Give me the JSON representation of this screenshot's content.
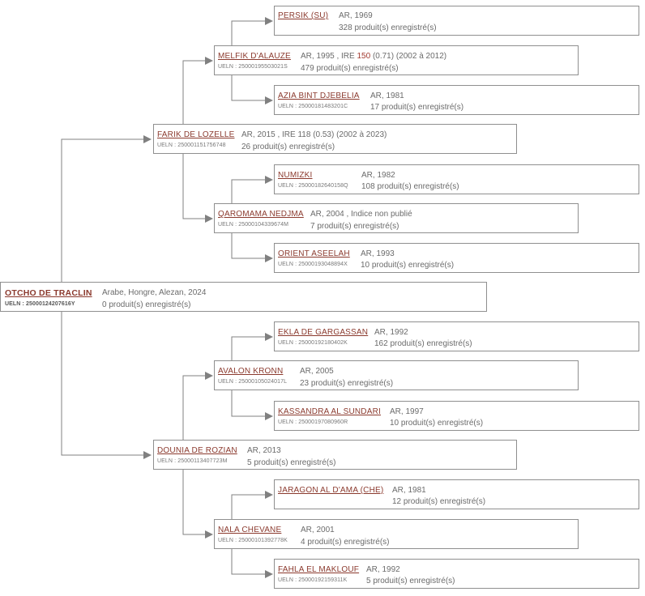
{
  "root": {
    "name": "OTCHO DE TRACLIN",
    "ueln": "UELN : 25000124207616Y",
    "info": "Arabe, Hongre, Alezan, 2024",
    "produits": "0 produit(s) enregistré(s)"
  },
  "sire": {
    "name": "FARIK DE LOZELLE",
    "ueln": "UELN : 250001151756748",
    "info": "AR, 2015 , IRE 118 (0.53) (2002 à 2023)",
    "produits": "26 produit(s) enregistré(s)"
  },
  "dam": {
    "name": "DOUNIA DE ROZIAN",
    "ueln": "UELN : 25000113407723M",
    "info": "AR, 2013",
    "produits": "5 produit(s) enregistré(s)"
  },
  "ss": {
    "name": "MELFIK D'ALAUZE",
    "ueln": "UELN : 25000195503021S",
    "info_pre": "AR, 1995 , IRE ",
    "ire_val": "150",
    "info_post": " (0.71) (2002 à 2012)",
    "produits": "479 produit(s) enregistré(s)"
  },
  "sd": {
    "name": "QAROMAMA NEDJMA",
    "ueln": "UELN : 25000104339674M",
    "info": "AR, 2004 , Indice non publié",
    "produits": "7 produit(s) enregistré(s)"
  },
  "ds": {
    "name": "AVALON KRONN",
    "ueln": "UELN : 25000105024017L",
    "info": "AR, 2005",
    "produits": "23 produit(s) enregistré(s)"
  },
  "dd": {
    "name": "NALA CHEVANE",
    "ueln": "UELN : 25000101392778K",
    "info": "AR, 2001",
    "produits": "4 produit(s) enregistré(s)"
  },
  "sss": {
    "name": "PERSIK (SU)",
    "ueln": "",
    "info": "AR, 1969",
    "produits": "328 produit(s) enregistré(s)"
  },
  "ssd": {
    "name": "AZIA BINT DJEBELIA",
    "ueln": "UELN : 25000181483201C",
    "info": "AR, 1981",
    "produits": "17 produit(s) enregistré(s)"
  },
  "sds": {
    "name": "NUMIZKI",
    "ueln": "UELN : 25000182640158Q",
    "info": "AR, 1982",
    "produits": "108 produit(s) enregistré(s)"
  },
  "sdd": {
    "name": "ORIENT ASEELAH",
    "ueln": "UELN : 25000193048894X",
    "info": "AR, 1993",
    "produits": "10 produit(s) enregistré(s)"
  },
  "dss": {
    "name": "EKLA DE GARGASSAN",
    "ueln": "UELN : 25000192180402K",
    "info": "AR, 1992",
    "produits": "162 produit(s) enregistré(s)"
  },
  "dsd": {
    "name": "KASSANDRA AL SUNDARI",
    "ueln": "UELN : 25000197080960R",
    "info": "AR, 1997",
    "produits": "10 produit(s) enregistré(s)"
  },
  "dds": {
    "name": "JARAGON AL D'AMA (CHE)",
    "ueln": "",
    "info": "AR, 1981",
    "produits": "12 produit(s) enregistré(s)"
  },
  "ddd": {
    "name": "FAHLA EL MAKLOUF",
    "ueln": "UELN : 25000192159311K",
    "info": "AR, 1992",
    "produits": "5 produit(s) enregistré(s)"
  },
  "colors": {
    "line": "#808080",
    "name": "#8b3a2e",
    "ire": "#a23a2f",
    "text": "#6b6b6b"
  }
}
